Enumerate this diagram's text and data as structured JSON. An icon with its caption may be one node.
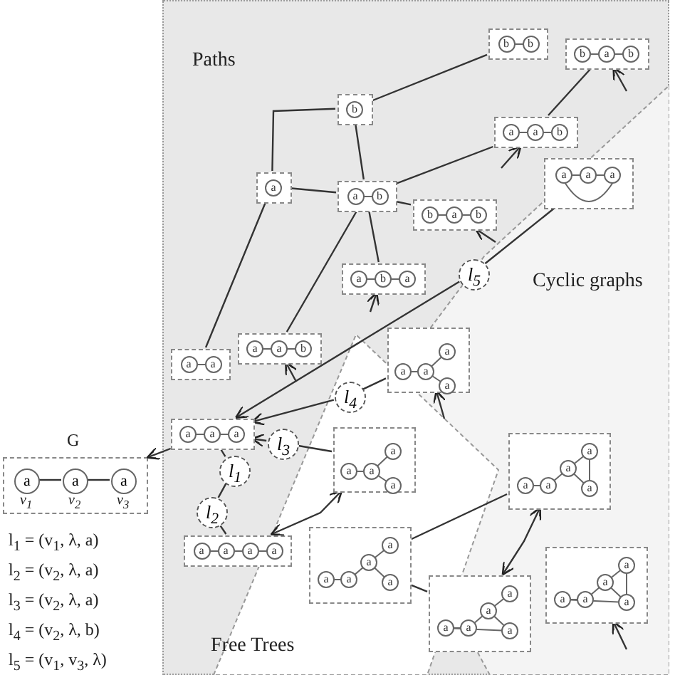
{
  "diagram": {
    "nodes": [
      {
        "text": [
          "Paths"
        ]
      },
      {
        "text": [
          "G"
        ]
      },
      {
        "text": [
          "a"
        ],
        "in": 1,
        "beside": [
          "v$_{1}$"
        ]
      },
      {
        "text": [
          "a"
        ],
        "in": 1,
        "beside": [
          "v$_{2}$"
        ]
      },
      {
        "text": [
          "a"
        ],
        "in": 1,
        "beside": [
          "v$_{3}$"
        ]
      },
      {
        "text": [
          "l$_{1}$"
        ],
        "in": 0
      },
      {
        "text": [
          "l$_{2}$"
        ],
        "in": 0
      },
      {
        "text": [
          "l$_{3}$"
        ],
        "in": 0
      },
      {
        "text": [
          "l$_{4}$"
        ],
        "in": 0
      },
      {
        "text": [
          "l$_{5}$"
        ],
        "in": 0
      },
      {
        "text": [
          "b"
        ],
        "in": 0
      },
      {
        "text": [
          "a"
        ],
        "in": 0
      },
      {
        "text": [
          "a",
          "b"
        ],
        "in": 0
      },
      {
        "text": [
          "b",
          "b"
        ],
        "in": 0
      },
      {
        "text": [
          "b",
          "a",
          "b"
        ],
        "in": 0
      },
      {
        "text": [
          "a",
          "a",
          "b"
        ],
        "in": 0
      },
      {
        "text": [
          "b",
          "a",
          "b"
        ],
        "in": 0
      },
      {
        "text": [
          "a",
          "a",
          "a"
        ],
        "in": 0
      },
      {
        "text": [
          "a",
          "b",
          "a"
        ],
        "in": 0
      },
      {
        "text": [
          "a",
          "a"
        ],
        "in": 0
      },
      {
        "text": [
          "a",
          "a",
          "b"
        ],
        "in": 0
      },
      {
        "text": [
          "a",
          "a",
          "a",
          "a"
        ],
        "in": 0
      },
      {
        "text": [
          "a",
          "a",
          "a"
        ],
        "in": 0
      },
      {
        "text": [
          "a",
          "a",
          "a",
          "a"
        ],
        "in": 0
      },
      {
        "text": [
          "a",
          "a",
          "a",
          "a"
        ],
        "in": 0
      },
      {
        "text": [
          "a",
          "a",
          "a",
          "a",
          "a"
        ],
        "in": 0
      },
      {
        "text": [
          "a",
          "a",
          "a",
          "a",
          "a"
        ],
        "in": 0
      },
      {
        "text": [
          "a",
          "a",
          "a",
          "a",
          "a"
        ],
        "in": 0
      },
      {
        "text": [
          "a",
          "a",
          "a",
          "a",
          "a"
        ],
        "in": 0
      }
    ],
    "edges": [
      {
        "from": 11,
        "to": 10,
        "arrow": "none"
      },
      {
        "from": 11,
        "to": 12,
        "arrow": "none"
      },
      {
        "from": 10,
        "to": 12,
        "arrow": "none"
      },
      {
        "from": 10,
        "to": 13,
        "arrow": "none"
      },
      {
        "from": 12,
        "to": 16,
        "arrow": "none"
      },
      {
        "from": 12,
        "to": 18,
        "arrow": "none"
      },
      {
        "from": 12,
        "to": 15,
        "arrow": "none"
      },
      {
        "from": 15,
        "to": 14,
        "arrow": "none"
      },
      {
        "from": 11,
        "to": 19,
        "arrow": "none"
      },
      {
        "from": 12,
        "to": 20,
        "arrow": "none"
      },
      {
        "from": 17,
        "to": 9,
        "arrow": "none"
      },
      {
        "from": 9,
        "to": 22,
        "arrow": "to"
      },
      {
        "from": 21,
        "to": 8,
        "arrow": "none"
      },
      {
        "from": 8,
        "to": 22,
        "arrow": "to"
      },
      {
        "from": 23,
        "to": 7,
        "arrow": "none"
      },
      {
        "from": 7,
        "to": 22,
        "arrow": "to"
      },
      {
        "from": 22,
        "to": 5,
        "arrow": "none"
      },
      {
        "from": 5,
        "to": 6,
        "arrow": "none"
      },
      {
        "from": 6,
        "to": 24,
        "arrow": "none"
      },
      {
        "from": 24,
        "to": 23,
        "arrow": "both"
      },
      {
        "from": 27,
        "to": 26,
        "arrow": "both"
      },
      {
        "from": 25,
        "to": 26,
        "arrow": "none"
      },
      {
        "from": 25,
        "to": 27,
        "arrow": "none"
      },
      {
        "from": null,
        "to": 16,
        "arrow": "to"
      },
      {
        "from": null,
        "to": 15,
        "arrow": "to"
      },
      {
        "from": null,
        "to": 14,
        "arrow": "to"
      },
      {
        "from": null,
        "to": 18,
        "arrow": "to"
      },
      {
        "from": null,
        "to": 21,
        "arrow": "to"
      },
      {
        "from": null,
        "to": 20,
        "arrow": "to"
      },
      {
        "from": null,
        "to": 28,
        "arrow": "to"
      },
      {
        "from": 22,
        "to": 1,
        "arrow": "to"
      },
      {
        "from": 2,
        "to": 3,
        "arrow": "none"
      },
      {
        "from": 3,
        "to": 4,
        "arrow": "none"
      }
    ],
    "labels": [
      "Cyclic graphs",
      "Free Trees",
      "l$_{1}$ = (v$_{1}$, λ, a)",
      "l$_{2}$ = (v$_{2}$, λ, a)",
      "l$_{3}$ = (v$_{2}$, λ, a)",
      "l$_{4}$ = (v$_{2}$, λ, b)",
      "l$_{5}$ = (v$_{1}$, v$_{3}$, λ)"
    ]
  }
}
